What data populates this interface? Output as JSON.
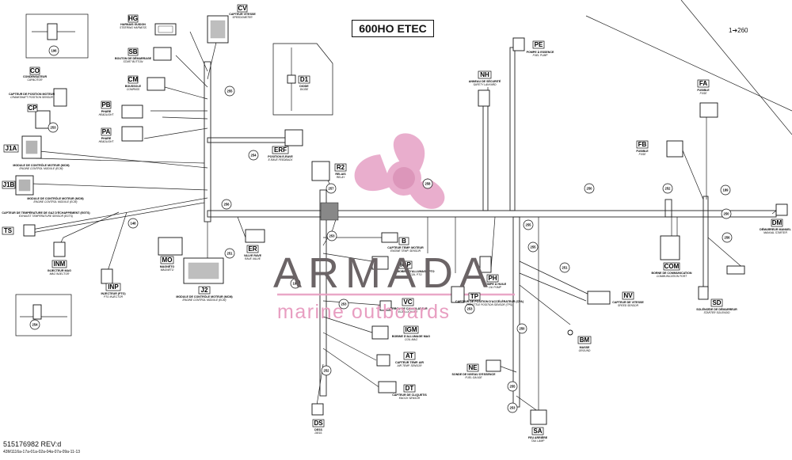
{
  "title": "600HO ETEC",
  "footer": {
    "part_number": "515176982 REV:d",
    "file_ref": "43M1116a-17a-01a-02a-04a-07a-09a-11-13"
  },
  "page_ref": "1➔260",
  "watermark": {
    "name": "ARMADA",
    "subtitle": "marine outboards"
  },
  "components": [
    {
      "code": "HG",
      "fr": "HARNAIS GUIDON",
      "en": "STEERING HARNESS"
    },
    {
      "code": "CV",
      "fr": "CAPTEUR VITESSE",
      "en": "SPEEDOMETER"
    },
    {
      "code": "SB",
      "fr": "BOUTON DE DÉMARRAGE",
      "en": "START BUTTON"
    },
    {
      "code": "CM",
      "fr": "BOUSSOLE",
      "en": "COMPASS"
    },
    {
      "code": "CO",
      "fr": "CONDENSATEUR",
      "en": "CAPACITOR"
    },
    {
      "code": "CP",
      "fr": "CAPTEUR DE POSITION MOTEUR",
      "en": "CRANKSHAFT POSITION SENSOR"
    },
    {
      "code": "PB",
      "fr": "PHARE",
      "en": "HEADLIGHT"
    },
    {
      "code": "PA",
      "fr": "PHARE",
      "en": "HEADLIGHT"
    },
    {
      "code": "D1",
      "fr": "DIODE",
      "en": "DIODE"
    },
    {
      "code": "ERF",
      "fr": "POSITION E-RAVE",
      "en": "E-RAVE FEEDBACK"
    },
    {
      "code": "J1A",
      "fr": "MODULE DE CONTRÔLE MOTEUR (MCM)",
      "en": "ENGINE CONTROL MODULE (ECM)"
    },
    {
      "code": "J1B",
      "fr": "MODULE DE CONTRÔLE MOTEUR (MCM)",
      "en": "ENGINE CONTROL MODULE (ECM)"
    },
    {
      "code": "TS",
      "fr": "CAPTEUR DE TEMPÉRATURE DE GAZ D'ÉCHAPPEMENT (EGTS)",
      "en": "EXHAUST TEMPERATURE SENSOR (EGTS)"
    },
    {
      "code": "INM",
      "fr": "INJECTEUR MAG",
      "en": "MAG INJECTOR"
    },
    {
      "code": "INP",
      "fr": "INJECTEUR (PTO)",
      "en": "PTO INJECTOR"
    },
    {
      "code": "MO",
      "fr": "MAGNÉTO",
      "en": "MAGNETO"
    },
    {
      "code": "J2",
      "fr": "MODULE DE CONTRÔLE MOTEUR (MCM)",
      "en": "ENGINE CONTROL MODULE (ECM)"
    },
    {
      "code": "ER",
      "fr": "VALVE RAVE",
      "en": "RAVE VALVE"
    },
    {
      "code": "R2",
      "fr": "RELAIS",
      "en": "RELAY"
    },
    {
      "code": "B",
      "fr": "CAPTEUR TEMP. MOTEUR",
      "en": "ENGINE TEMP. SENSOR"
    },
    {
      "code": "IGP",
      "fr": "BOBINE D'ALLUMAGE PTO",
      "en": "COIL PTO"
    },
    {
      "code": "VC",
      "fr": "VERROU DE CALCULATEUR",
      "en": "ECM LOCKOUT"
    },
    {
      "code": "IGM",
      "fr": "BOBINE D'ALLUMAGE MAG",
      "en": "COIL MAG"
    },
    {
      "code": "AT",
      "fr": "CAPTEUR TEMP. AIR",
      "en": "AIR TEMP. SENSOR"
    },
    {
      "code": "DT",
      "fr": "CAPTEUR DE CLIQUETIS",
      "en": "KNOCK SENSOR"
    },
    {
      "code": "DS",
      "fr": "DESS",
      "en": "DESS"
    },
    {
      "code": "NH",
      "fr": "ANNEAU DE SÉCURITÉ",
      "en": "SAFETY LANYARD"
    },
    {
      "code": "PE",
      "fr": "POMPE À ESSENCE",
      "en": "FUEL PUMP"
    },
    {
      "code": "FA",
      "fr": "FUSIBLE",
      "en": "FUSE"
    },
    {
      "code": "FB",
      "fr": "FUSIBLE",
      "en": "FUSE"
    },
    {
      "code": "DM",
      "fr": "DÉMARREUR MANUEL",
      "en": "MANUAL STARTER"
    },
    {
      "code": "COM",
      "fr": "BORNE DE COMMUNICATION",
      "en": "COMMUNICATION PORT"
    },
    {
      "code": "SD",
      "fr": "SOLÉNOÏDE DE DÉMARREUR",
      "en": "STARTER SOLENOID"
    },
    {
      "code": "PH",
      "fr": "POMPE À HUILE",
      "en": "OIL PUMP"
    },
    {
      "code": "TP",
      "fr": "CAPTEUR DE POSITION D'ACCÉLÉRATEUR (CPA)",
      "en": "THROTTLE POSITION SENSOR (TPS)"
    },
    {
      "code": "NV",
      "fr": "CAPTEUR DE VITESSE",
      "en": "SPEED SENSOR"
    },
    {
      "code": "BM",
      "fr": "MASSE",
      "en": "GROUND"
    },
    {
      "code": "NE",
      "fr": "SONDE DE NIVEAU D'ESSENCE",
      "en": "FUEL GAUGE"
    },
    {
      "code": "SA",
      "fr": "FEU ARRIÈRE",
      "en": "TAIL LAMP"
    }
  ],
  "ref_numbers": [
    "196",
    "255",
    "253",
    "254",
    "256",
    "257",
    "258",
    "250",
    "252",
    "189",
    "148",
    "251",
    "253",
    "198",
    "254",
    "256",
    "255",
    "251",
    "250",
    "255",
    "253",
    "253",
    "252",
    "253",
    "255",
    "250"
  ]
}
